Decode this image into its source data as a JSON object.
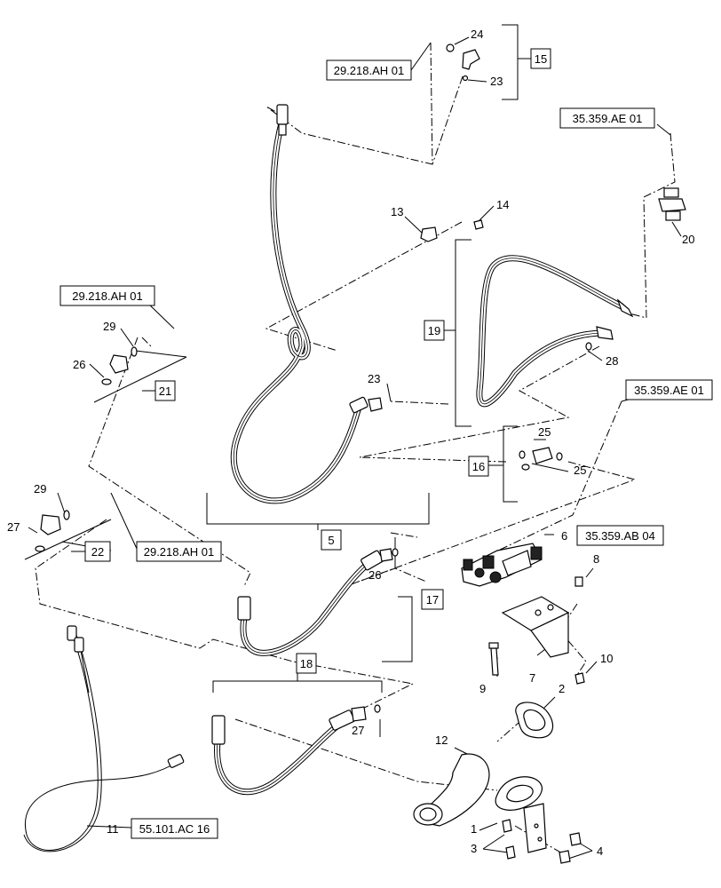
{
  "references": {
    "r1": "29.218.AH 01",
    "r2": "35.359.AE 01",
    "r3": "29.218.AH 01",
    "r4": "35.359.AE 01",
    "r5": "29.218.AH 01",
    "r6": "35.359.AB 04",
    "r7": "55.101.AC 16"
  },
  "boxed_callouts": {
    "c15": "15",
    "c19": "19",
    "c21": "21",
    "c16": "16",
    "c5": "5",
    "c22": "22",
    "c17": "17",
    "c18": "18"
  },
  "callouts": {
    "n24": "24",
    "n23a": "23",
    "n13": "13",
    "n14": "14",
    "n20": "20",
    "n29a": "29",
    "n26a": "26",
    "n28": "28",
    "n23b": "23",
    "n25a": "25",
    "n25b": "25",
    "n29b": "29",
    "n27a": "27",
    "n6": "6",
    "n8": "8",
    "n26b": "26",
    "n7": "7",
    "n9": "9",
    "n10": "10",
    "n2": "2",
    "n12": "12",
    "n27b": "27",
    "n11": "11",
    "n1": "1",
    "n3": "3",
    "n4": "4"
  }
}
